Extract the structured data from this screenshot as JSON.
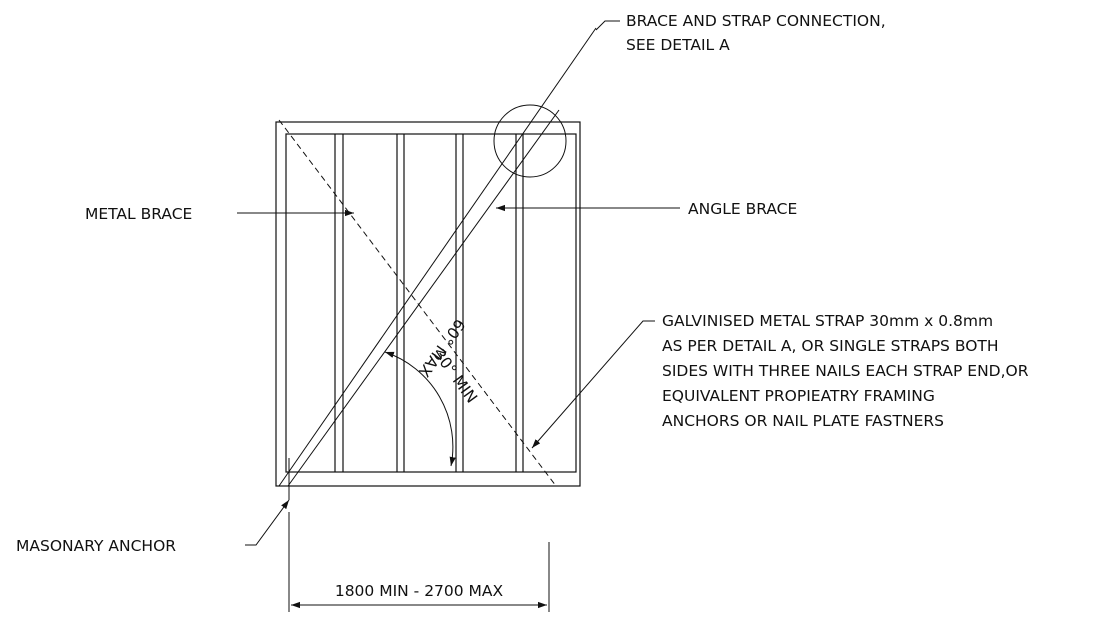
{
  "labels": {
    "brace_strap_line1": "BRACE AND STRAP CONNECTION,",
    "brace_strap_line2": "SEE DETAIL A",
    "metal_brace": "METAL BRACE",
    "angle_brace": "ANGLE BRACE",
    "strap_line1": "GALVINISED METAL STRAP 30mm x 0.8mm",
    "strap_line2": "AS PER DETAIL A, OR  SINGLE STRAPS BOTH",
    "strap_line3": "SIDES WITH THREE NAILS EACH STRAP END,OR",
    "strap_line4": "EQUIVALENT PROPIEATRY FRAMING",
    "strap_line5": "ANCHORS OR NAIL PLATE  FASTNERS",
    "masonary_anchor": "MASONARY ANCHOR",
    "angle_min": "30° MIN",
    "angle_max": "60° MAX",
    "dimension": "1800 MIN - 2700 MAX"
  },
  "colors": {
    "ink": "#111111",
    "paper": "#ffffff"
  }
}
